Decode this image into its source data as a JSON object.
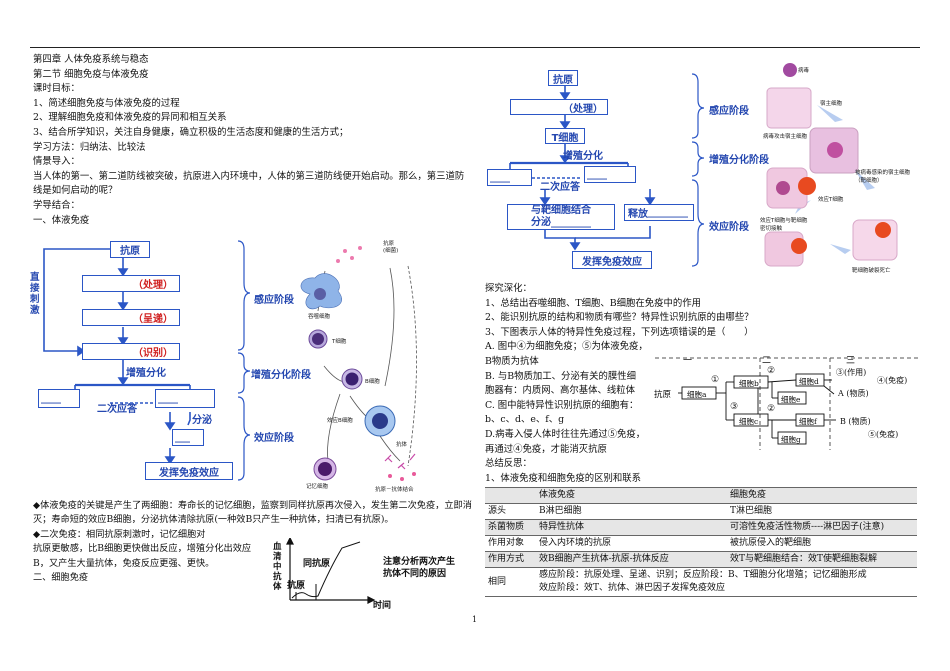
{
  "left_text": {
    "chapter": "第四章  人体免疫系统与稳态",
    "section": "第二节  细胞免疫与体液免疫",
    "goals_title": "课时目标：",
    "goal1": "1、简述细胞免疫与体液免疫的过程",
    "goal2": "2、理解细胞免疫和体液免疫的异同和相互关系",
    "goal3": "3、结合所学知识，关注自身健康，确立积极的生活态度和健康的生活方式；",
    "method": "学习方法：归纳法、比较法",
    "intro_title": "情景导入：",
    "intro_body": "当人体的第一、第二道防线被突破，抗原进入内环境中，人体的第三道防线便开始启动。那么，第三道防线是如何启动的呢？",
    "guide": "学导结合：",
    "humoral_title": "一、体液免疫",
    "note1": "◆体液免疫的关键是产生了两细胞：寿命长的记忆细胞，监察到同样抗原再次侵入，发生第二次免疫，立即消灭；寿命短的效应B细胞，分泌抗体清除抗原(一种效B只产生一种抗体，扫清已有抗原)。",
    "note2a": "◆二次免疫：相同抗原刺激时，记忆细胞对",
    "note2b": "抗原更敏感，比B细胞更快做出反应，增殖分化出效应",
    "note2c": "B，又产生大量抗体，免疫反应更强、更快。",
    "cell_title": "二、细胞免疫"
  },
  "humoral_flow": {
    "antigen": "抗原",
    "process": "（处理）",
    "present": "（呈递）",
    "recognize": "（识别）",
    "direct": "直接刺激",
    "proliferate": "增殖分化",
    "secondary": "二次应答",
    "secrete": "分泌",
    "effect": "发挥免疫效应",
    "stage1": "感应阶段",
    "stage2": "增殖分化阶段",
    "stage3": "效应阶段"
  },
  "humoral_pic": {
    "antigen": "抗原",
    "microbe": "(细菌)",
    "phagocyte": "吞噬细胞",
    "tcell": "T细胞",
    "bcell": "B细胞",
    "effb": "效应B细胞",
    "memory": "记忆细胞",
    "antibody": "抗体",
    "complex": "抗原－抗体结合"
  },
  "graph": {
    "ylabel": "血清中抗体",
    "xlabel": "时间",
    "same_antigen": "同抗原",
    "antigen": "抗原",
    "note": "注意分析两次产生抗体不同的原因"
  },
  "cell_flow": {
    "antigen": "抗原",
    "process": "（处理）",
    "tcell": "T细胞",
    "proliferate": "增殖分化",
    "secondary": "二次应答",
    "bind": "与靶细胞结合",
    "secrete": "分泌",
    "release": "释放",
    "effect": "发挥免疫效应",
    "stage1": "感应阶段",
    "stage2": "增殖分化阶段",
    "stage3": "效应阶段"
  },
  "cell_pic": {
    "virus": "病毒",
    "host": "宿主细胞",
    "attacked": "病毒攻击宿主细胞",
    "infected": "被病毒感染的宿主细胞（靶细胞）",
    "efft": "效应T细胞",
    "bind": "效应T细胞与靶细胞密切接触",
    "lysed": "靶细胞破裂死亡"
  },
  "right_text": {
    "explore": "探究深化：",
    "q1": "1、总结出吞噬细胞、T细胞、B细胞在免疫中的作用",
    "q2": "2、能识别抗原的结构和物质有哪些？特异性识别抗原的由哪些？",
    "q3": "3、下图表示人体的特异性免疫过程，下列选项错误的是（　　）",
    "a1": "A. 图中④为细胞免疫；⑤为体液免疫，",
    "a2": " B物质为抗体",
    "b1": "B. 与B物质加工、分泌有关的膜性细",
    "b2": "胞器有：内质网、高尔基体、线粒体",
    "c1": "C. 图中能特异性识别抗原的细胞有：",
    "c2": "b、c、d、e、f、g",
    "d1": "D.病毒入侵人体时往往先通过⑤免疫，",
    "d2": "再通过④免疫，才能消灭抗原",
    "summary": "总结反思：",
    "s1": "1、体液免疫和细胞免疫的区别和联系"
  },
  "diagram": {
    "col1": "一",
    "col2": "二",
    "col3": "三",
    "antigen": "抗原",
    "cells": [
      "细胞a",
      "细胞b",
      "细胞c",
      "细胞d",
      "细胞e",
      "细胞f",
      "细胞g"
    ],
    "n1": "①",
    "n2": "②",
    "n3": "③",
    "act": "③(作用)",
    "A": "A (物质)",
    "B": "B (物质)",
    "imm4": "④(免疫)",
    "imm5": "⑤(免疫)"
  },
  "table": {
    "header": [
      "",
      "体液免疫",
      "细胞免疫"
    ],
    "rows": [
      [
        "源头",
        "B淋巴细胞",
        "T淋巴细胞"
      ],
      [
        "杀菌物质",
        "特异性抗体",
        "可溶性免疫活性物质----淋巴因子(注意)"
      ],
      [
        "作用对象",
        "侵入内环境的抗原",
        "被抗原侵入的靶细胞"
      ],
      [
        "作用方式",
        "效B细胞产生抗体-抗原-抗体反应",
        "效T与靶细胞结合：效T使靶细胞裂解"
      ]
    ],
    "same_label": "相同",
    "same_1": "感应阶段：抗原处理、呈递、识别；反应阶段：B、T细胞分化增殖；记忆细胞形成",
    "same_2": "效应阶段：效T、抗体、淋巴因子发挥免疫效应"
  },
  "page_number": "1"
}
